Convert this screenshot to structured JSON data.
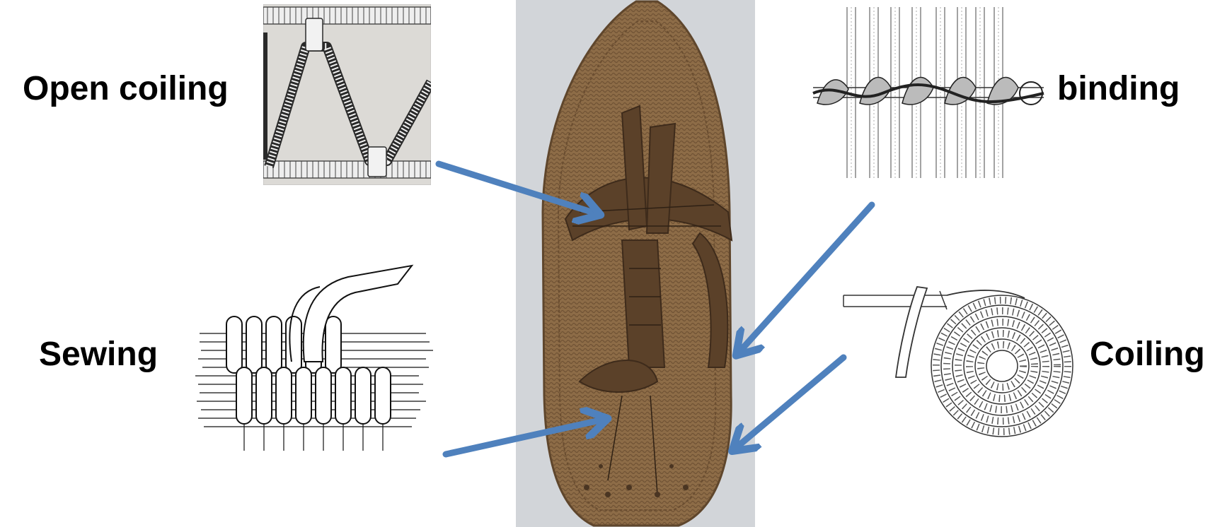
{
  "labels": {
    "open_coiling": "Open coiling",
    "binding": "binding",
    "sewing": "Sewing",
    "coiling": "Coiling"
  },
  "colors": {
    "arrow": "#4f81bd",
    "sandal": "#8a6a45",
    "sandal_dark": "#5a3f28",
    "photo_background": "#cfd2d6"
  },
  "figures": {
    "photo": "woven-sandal-photo",
    "open_coiling": "open-coiling-drawing",
    "binding": "binding-drawing",
    "sewing": "sewing-drawing",
    "coiling": "coiling-spiral-drawing"
  }
}
